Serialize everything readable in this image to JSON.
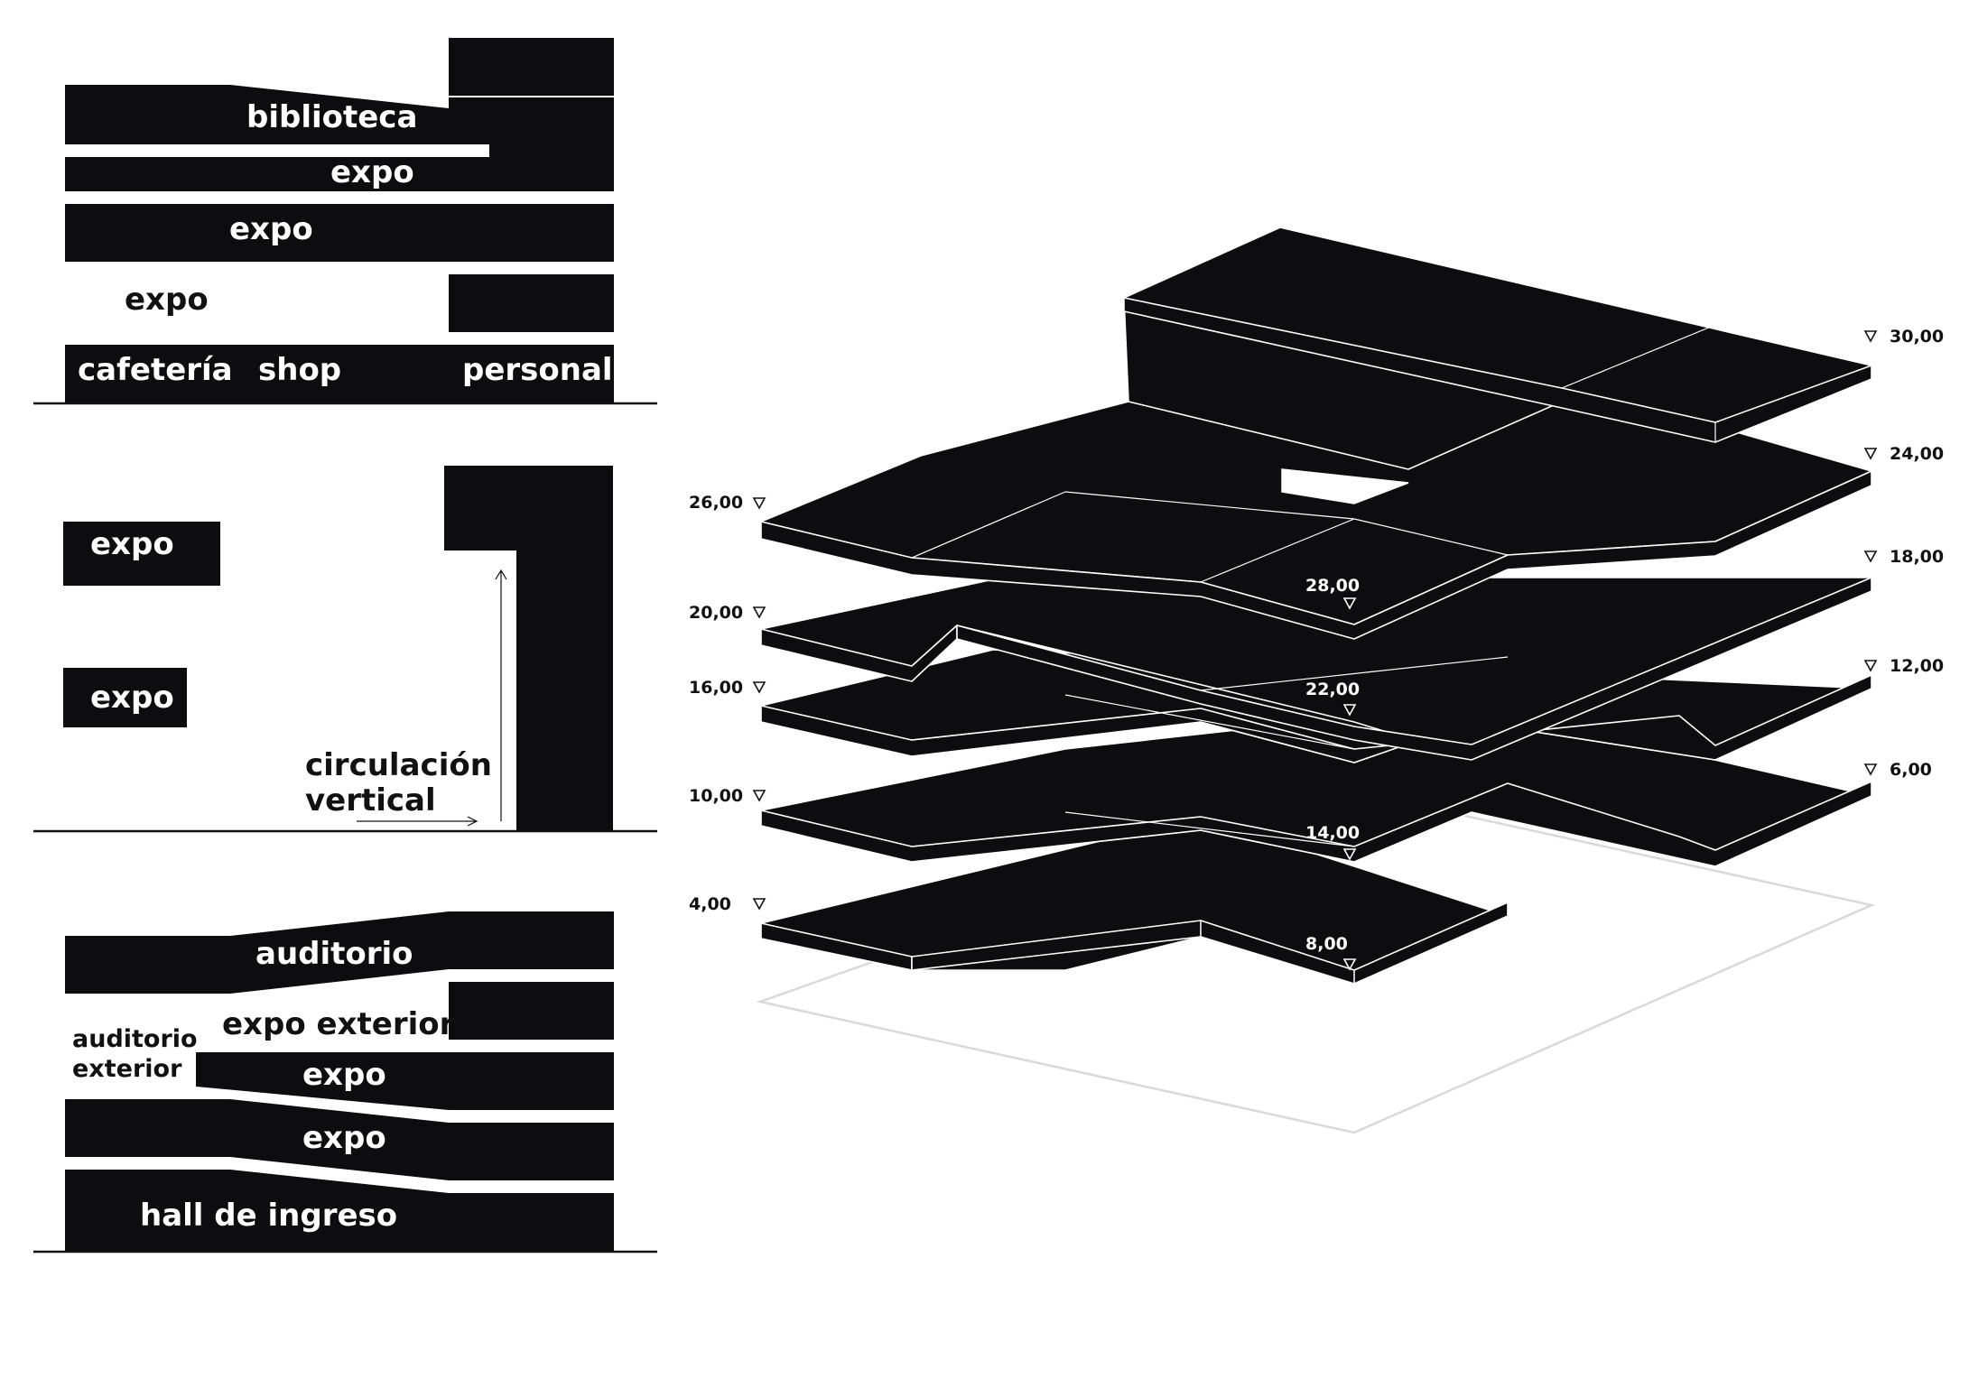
{
  "sections": {
    "top": {
      "biblioteca": "biblioteca",
      "expo_1": "expo",
      "expo_2": "expo",
      "expo_3": "expo",
      "cafeteria": "cafetería",
      "shop": "shop",
      "personal": "personal"
    },
    "middle": {
      "expo_1": "expo",
      "expo_2": "expo",
      "circulacion_1": "circulación",
      "circulacion_2": "vertical"
    },
    "bottom": {
      "auditorio": "auditorio",
      "expo_exterior": "expo exterior",
      "auditorio_exterior_1": "auditorio",
      "auditorio_exterior_2": "exterior",
      "expo_1": "expo",
      "expo_2": "expo",
      "hall": "hall de ingreso"
    }
  },
  "levels": {
    "left": [
      "26,00",
      "20,00",
      "16,00",
      "10,00",
      "4,00"
    ],
    "right": [
      "30,00",
      "24,00",
      "18,00",
      "12,00",
      "6,00"
    ],
    "inner": [
      "28,00",
      "22,00",
      "14,00",
      "8,00"
    ]
  },
  "colors": {
    "slab": "#0d0d0f",
    "line": "#ffffff",
    "background": "#ffffff"
  }
}
